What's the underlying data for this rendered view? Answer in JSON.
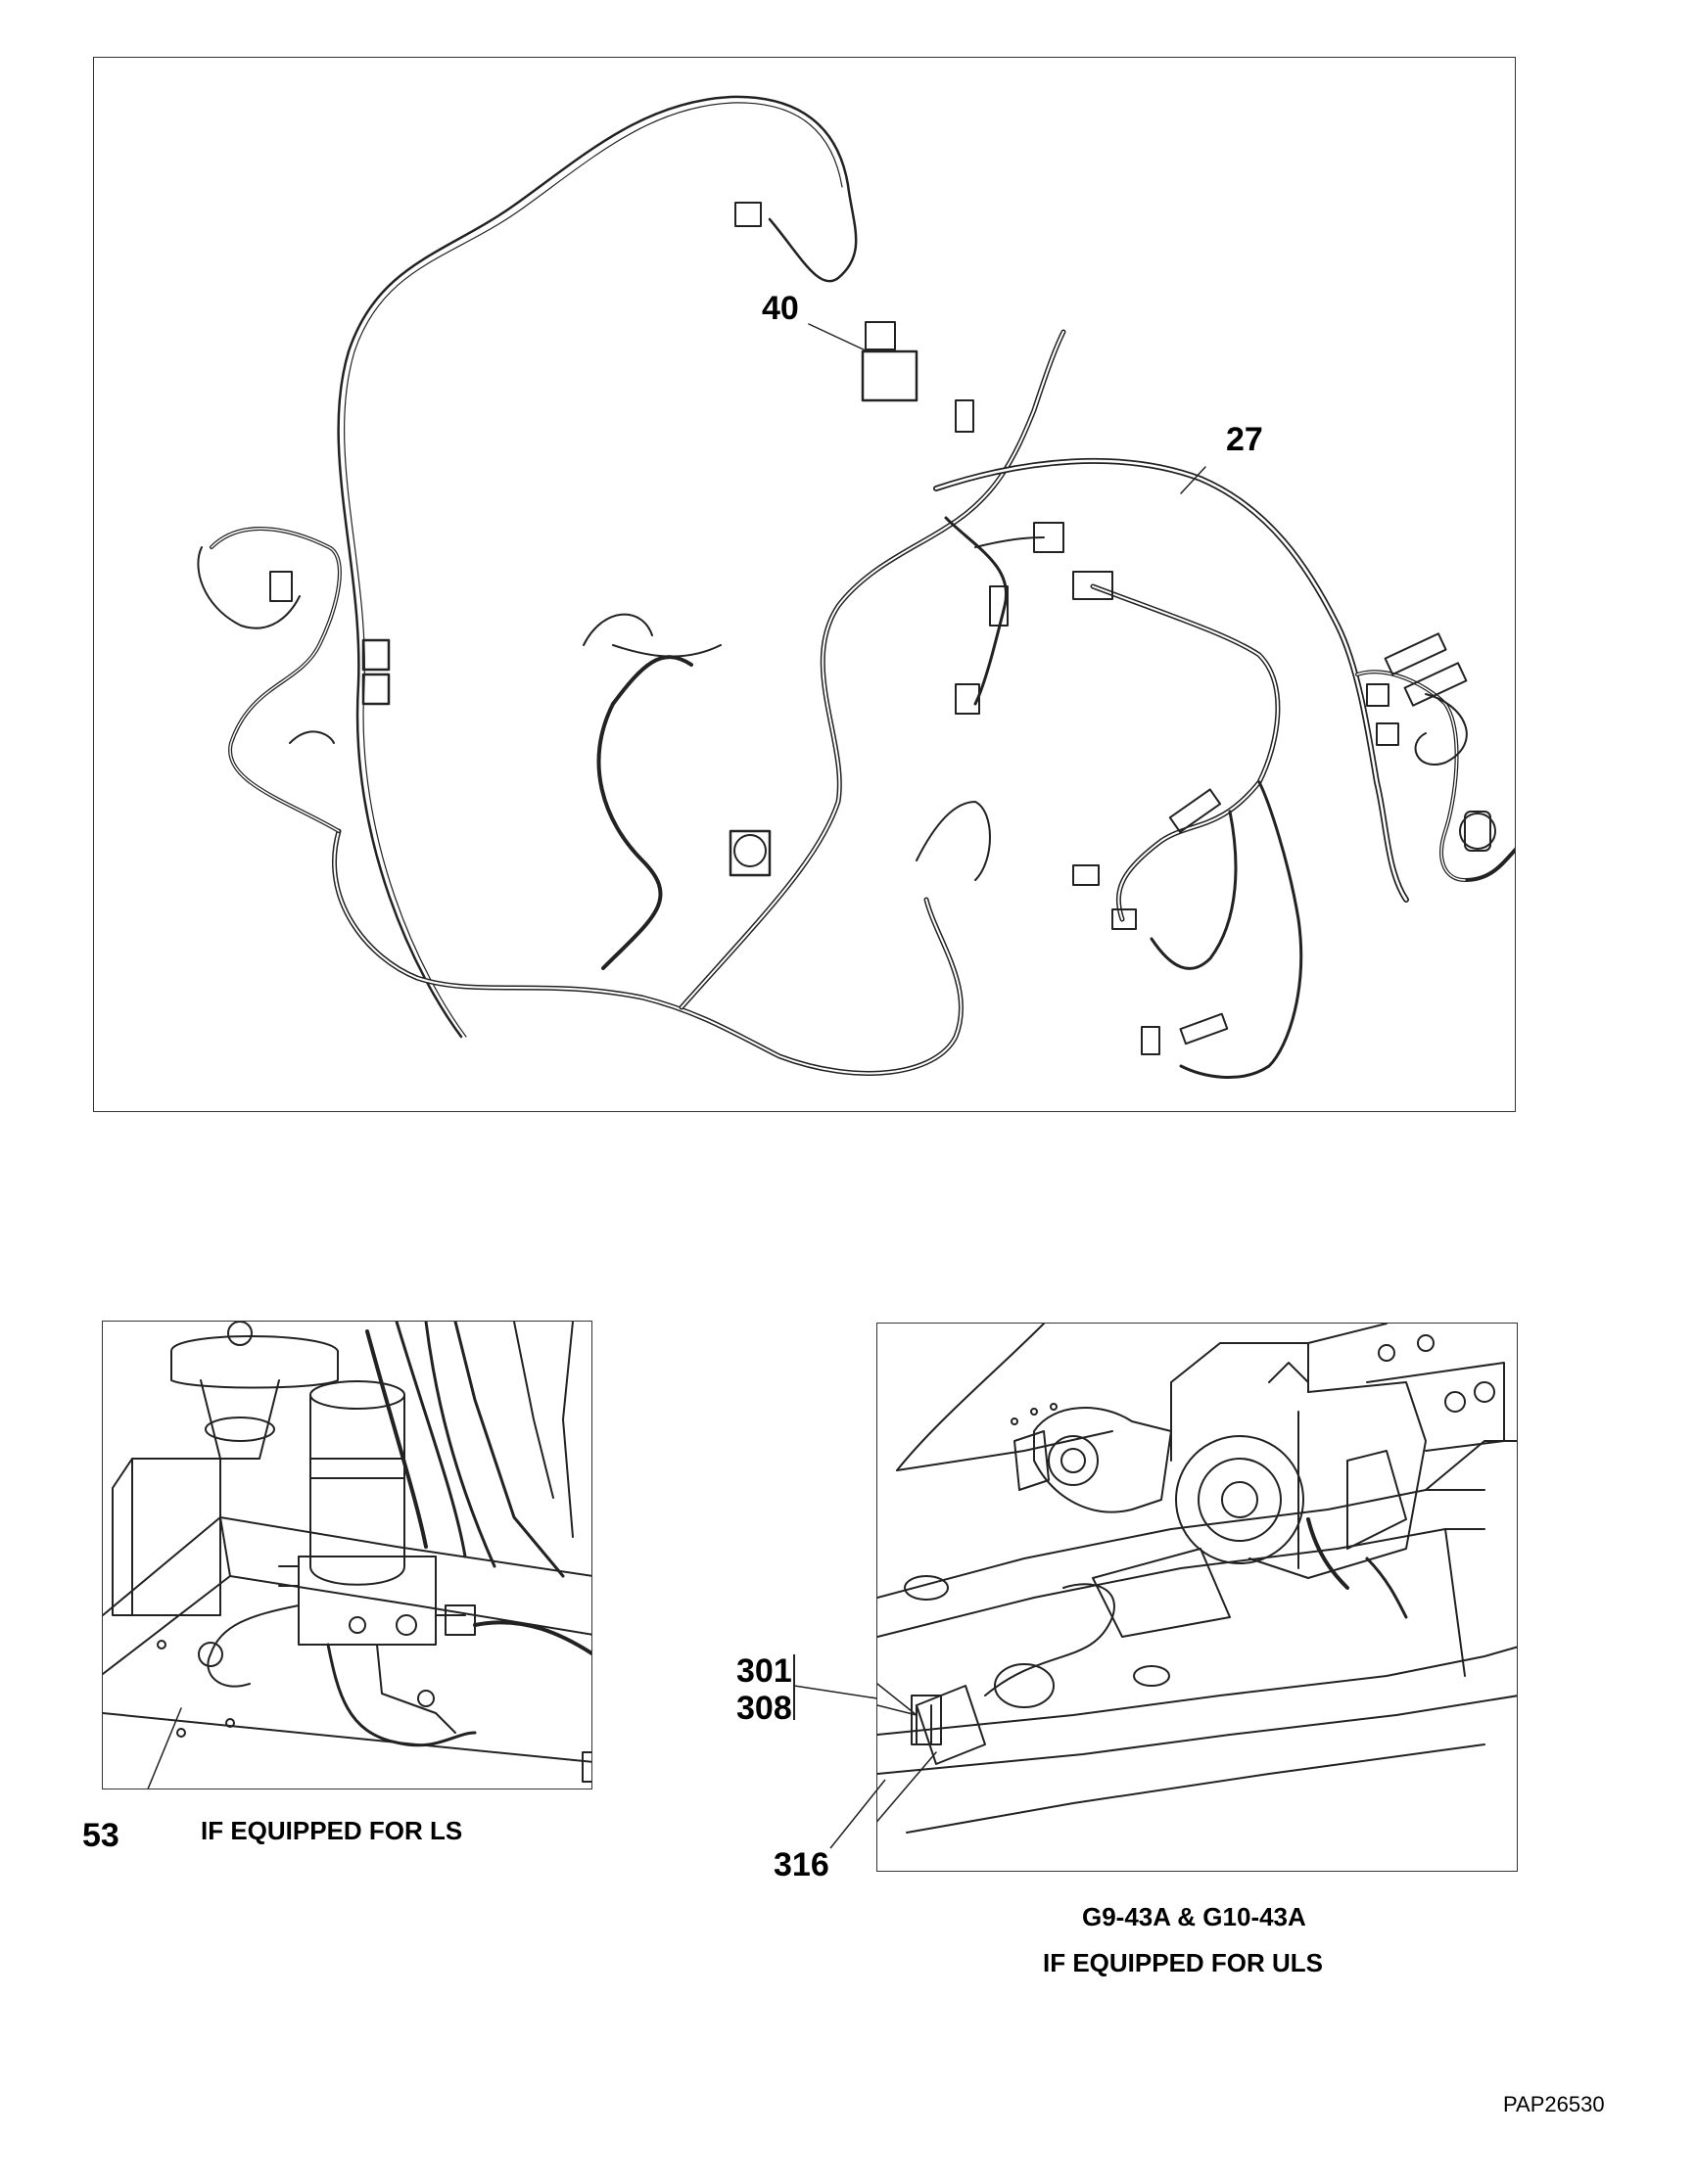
{
  "callouts": {
    "c40": "40",
    "c27": "27",
    "c53": "53",
    "c301": "301",
    "c308": "308",
    "c316": "316"
  },
  "captions": {
    "ls": "IF EQUIPPED FOR LS",
    "models": "G9-43A & G10-43A",
    "uls": "IF EQUIPPED FOR ULS"
  },
  "figure_code": "PAP26530"
}
